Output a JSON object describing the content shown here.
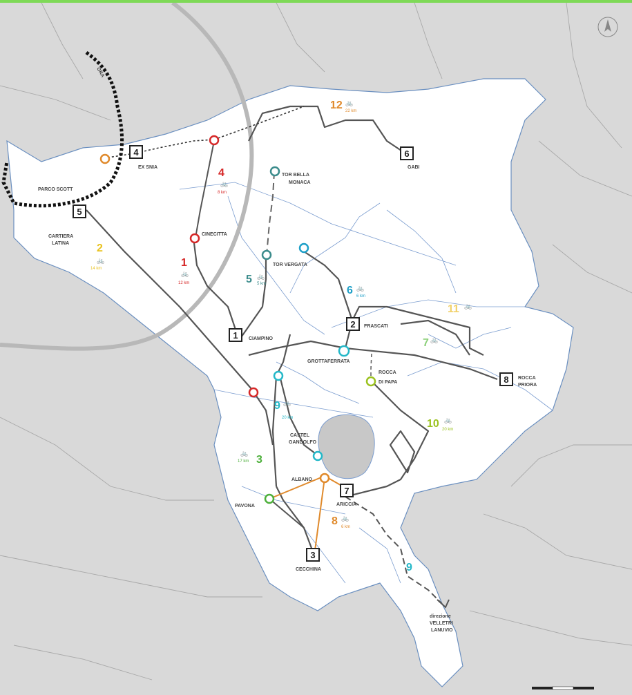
{
  "map": {
    "places": [
      {
        "id": "gra",
        "text": "GRA"
      },
      {
        "id": "ex-snia",
        "text": "EX SNIA"
      },
      {
        "id": "parco-scott",
        "text": "PARCO SCOTT"
      },
      {
        "id": "cartiera-latina-1",
        "text": "CARTIERA"
      },
      {
        "id": "cartiera-latina-2",
        "text": "LATINA"
      },
      {
        "id": "cinecitta",
        "text": "CINECITTA"
      },
      {
        "id": "tor-bella-monaca-1",
        "text": "TOR BELLA"
      },
      {
        "id": "tor-bella-monaca-2",
        "text": "MONACA"
      },
      {
        "id": "tor-vergata",
        "text": "TOR VERGATA"
      },
      {
        "id": "gabi",
        "text": "GABI"
      },
      {
        "id": "ciampino",
        "text": "CIAMPINO"
      },
      {
        "id": "frascati",
        "text": "FRASCATI"
      },
      {
        "id": "grottaferrata",
        "text": "GROTTAFERRATA"
      },
      {
        "id": "rocca-di-papa-1",
        "text": "ROCCA"
      },
      {
        "id": "rocca-di-papa-2",
        "text": "DI PAPA"
      },
      {
        "id": "rocca-priora-1",
        "text": "ROCCA"
      },
      {
        "id": "rocca-priora-2",
        "text": "PRIORA"
      },
      {
        "id": "castel-gandolfo-1",
        "text": "CASTEL"
      },
      {
        "id": "castel-gandolfo-2",
        "text": "GANDOLFO"
      },
      {
        "id": "albano",
        "text": "ALBANO"
      },
      {
        "id": "ariccia",
        "text": "ARICCIA"
      },
      {
        "id": "pavona",
        "text": "PAVONA"
      },
      {
        "id": "cecchina",
        "text": "CECCHINA"
      },
      {
        "id": "direzione",
        "text": "direzione"
      },
      {
        "id": "velletri",
        "text": "VELLETRI"
      },
      {
        "id": "lanuvio",
        "text": "LANUVIO"
      }
    ],
    "nodes": [
      {
        "id": "node-1",
        "label": "1"
      },
      {
        "id": "node-2",
        "label": "2"
      },
      {
        "id": "node-3",
        "label": "3"
      },
      {
        "id": "node-4",
        "label": "4"
      },
      {
        "id": "node-5",
        "label": "5"
      },
      {
        "id": "node-6",
        "label": "6"
      },
      {
        "id": "node-7",
        "label": "7"
      },
      {
        "id": "node-8",
        "label": "8"
      }
    ],
    "routes": [
      {
        "id": "route-1",
        "number": "1",
        "km": "12 km",
        "color": "#d62828"
      },
      {
        "id": "route-2",
        "number": "2",
        "km": "14 km",
        "color": "#e9c21f"
      },
      {
        "id": "route-3",
        "number": "3",
        "km": "17 km",
        "color": "#4caf3a"
      },
      {
        "id": "route-4",
        "number": "4",
        "km": "8 km",
        "color": "#d62828"
      },
      {
        "id": "route-5",
        "number": "5",
        "km": "5 km",
        "color": "#3b8c8c"
      },
      {
        "id": "route-6",
        "number": "6",
        "km": "6 km",
        "color": "#1fa0c8"
      },
      {
        "id": "route-8",
        "number": "8",
        "km": "6 km",
        "color": "#e08a2c"
      },
      {
        "id": "route-9",
        "number": "9",
        "km": "20 km",
        "color": "#24b8c8"
      },
      {
        "id": "route-9b",
        "number": "9",
        "km": "",
        "color": "#24b8c8"
      },
      {
        "id": "route-10",
        "number": "10",
        "km": "20 km",
        "color": "#9bc21f"
      },
      {
        "id": "route-11",
        "number": "11",
        "km": "",
        "color": "#f2d16b"
      },
      {
        "id": "route-12",
        "number": "12",
        "km": "22 km",
        "color": "#e08a2c"
      },
      {
        "id": "route-7-label",
        "number": "7",
        "km": "",
        "color": "#8cd07a"
      }
    ],
    "colors": {
      "land_outside": "#d9d9d9",
      "land_inside": "#ffffff",
      "lake": "#c8c8c8",
      "roads": "#bdbdbd",
      "route_gray": "#555555",
      "frame_accent": "#7ed957"
    },
    "icons": {
      "bike": "bicycle-icon",
      "north": "north-arrow-icon",
      "scale": "scale-bar-icon"
    }
  }
}
